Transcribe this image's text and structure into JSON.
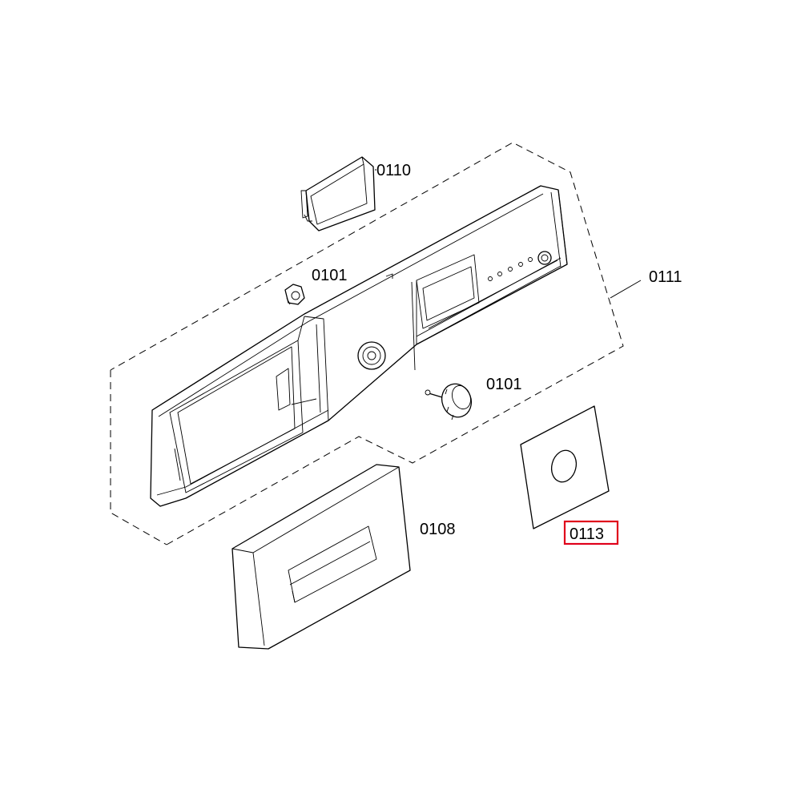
{
  "diagram": {
    "labels": {
      "p0110": "0110",
      "p0101_top": "0101",
      "p0101_knob": "0101",
      "p0111": "0111",
      "p0108": "0108",
      "p0113": "0113"
    },
    "highlighted_part": "0113",
    "highlight_color": "#e0001b"
  }
}
